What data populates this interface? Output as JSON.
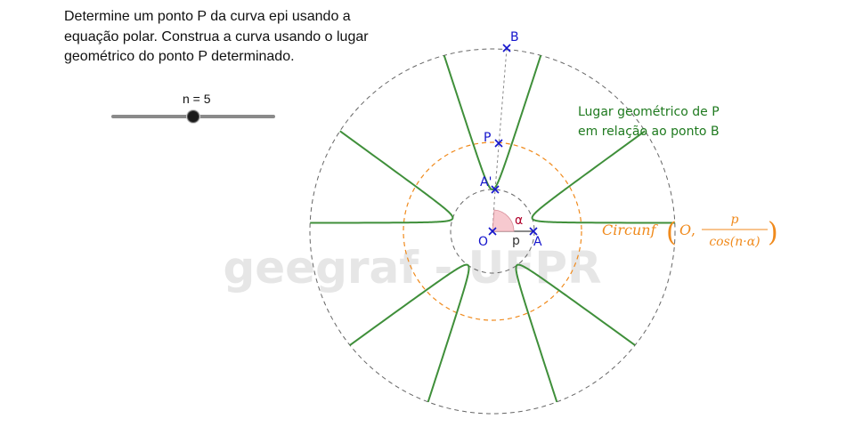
{
  "instructions": {
    "line1": "Determine um ponto P da curva epi usando a",
    "line2": "equação polar. Construa a curva usando o lugar",
    "line3": "geométrico do ponto P determinado."
  },
  "slider": {
    "label": "n = 5",
    "value": 5
  },
  "points": {
    "B": "B",
    "P": "P",
    "A_prime": "A'",
    "O": "O",
    "A": "A"
  },
  "segment_label": "p",
  "angle_label": "α",
  "locus_caption": {
    "line1": "Lugar geométrico de P",
    "line2": "em relação ao ponto B"
  },
  "formula": {
    "name": "Circunf",
    "center": "O",
    "numerator": "p",
    "denominator": "cos(n·α)"
  },
  "watermark": "geegraf - UFPR",
  "colors": {
    "curve": "#3f8f3a",
    "points": "#1414cc",
    "orange": "#f08a1c",
    "gray_dash": "#666666",
    "angle_fill": "#f7c9cf",
    "angle_text": "#b0002a",
    "caption": "#1f7a1f"
  }
}
